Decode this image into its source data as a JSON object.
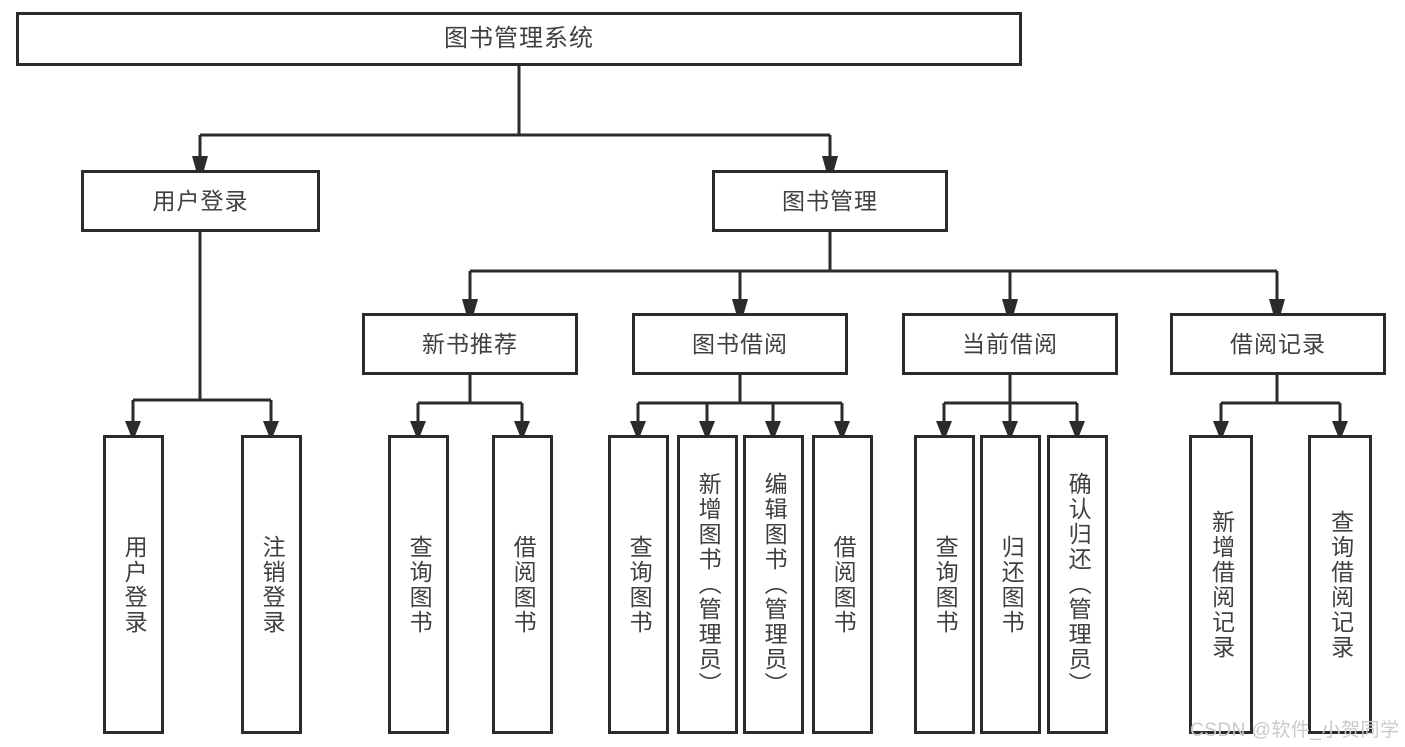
{
  "diagram": {
    "title": "图书管理系统",
    "type": "tree-hierarchy-chart",
    "root": {
      "label": "图书管理系统"
    },
    "level2": [
      {
        "label": "用户登录"
      },
      {
        "label": "图书管理"
      }
    ],
    "level3": [
      {
        "label": "新书推荐"
      },
      {
        "label": "图书借阅"
      },
      {
        "label": "当前借阅"
      },
      {
        "label": "借阅记录"
      }
    ],
    "leaves": {
      "user_login": [
        {
          "label": "用户登录"
        },
        {
          "label": "注销登录"
        }
      ],
      "new_book_recommend": [
        {
          "label": "查询图书"
        },
        {
          "label": "借阅图书"
        }
      ],
      "book_borrow": [
        {
          "label": "查询图书"
        },
        {
          "label": "新增图书（管理员）"
        },
        {
          "label": "编辑图书（管理员）"
        },
        {
          "label": "借阅图书"
        }
      ],
      "current_borrow": [
        {
          "label": "查询图书"
        },
        {
          "label": "归还图书"
        },
        {
          "label": "确认归还（管理员）"
        }
      ],
      "borrow_record": [
        {
          "label": "新增借阅记录"
        },
        {
          "label": "查询借阅记录"
        }
      ]
    }
  },
  "watermark": {
    "text": "CSDN @软件_小贺同学"
  },
  "colors": {
    "stroke": "#2b2b2b",
    "text": "#404040",
    "background": "#ffffff",
    "watermark": "#c9c9c9"
  }
}
